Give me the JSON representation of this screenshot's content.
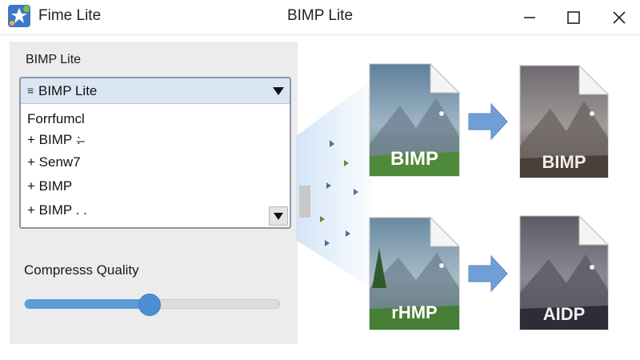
{
  "titlebar": {
    "app_name": "Fime Lite",
    "window_title": "BIMP Lite",
    "minimize_icon": "minimize-icon",
    "maximize_icon": "maximize-icon",
    "close_icon": "close-icon"
  },
  "left_panel": {
    "section_label": "BIMP Lite",
    "dropdown": {
      "selected": "BIMP Lite",
      "items": [
        "Forrfumcl",
        "+  BIMP  :̶",
        "+  Senw7",
        "+  BIMP",
        "+  BIMP . ."
      ]
    },
    "quality_label": "Compresss Quality",
    "quality_value": 0.49
  },
  "preview": {
    "files": [
      {
        "label": "BIMP",
        "variant": "original"
      },
      {
        "label": "BIMP",
        "variant": "processed"
      },
      {
        "label": "rHMP",
        "variant": "original"
      },
      {
        "label": "AIDP",
        "variant": "processed"
      }
    ]
  },
  "colors": {
    "accent": "#4d8fd2",
    "dropdown_header": "#dbe6f3",
    "panel_bg": "#ececec",
    "arrow": "#6f9fd6"
  }
}
